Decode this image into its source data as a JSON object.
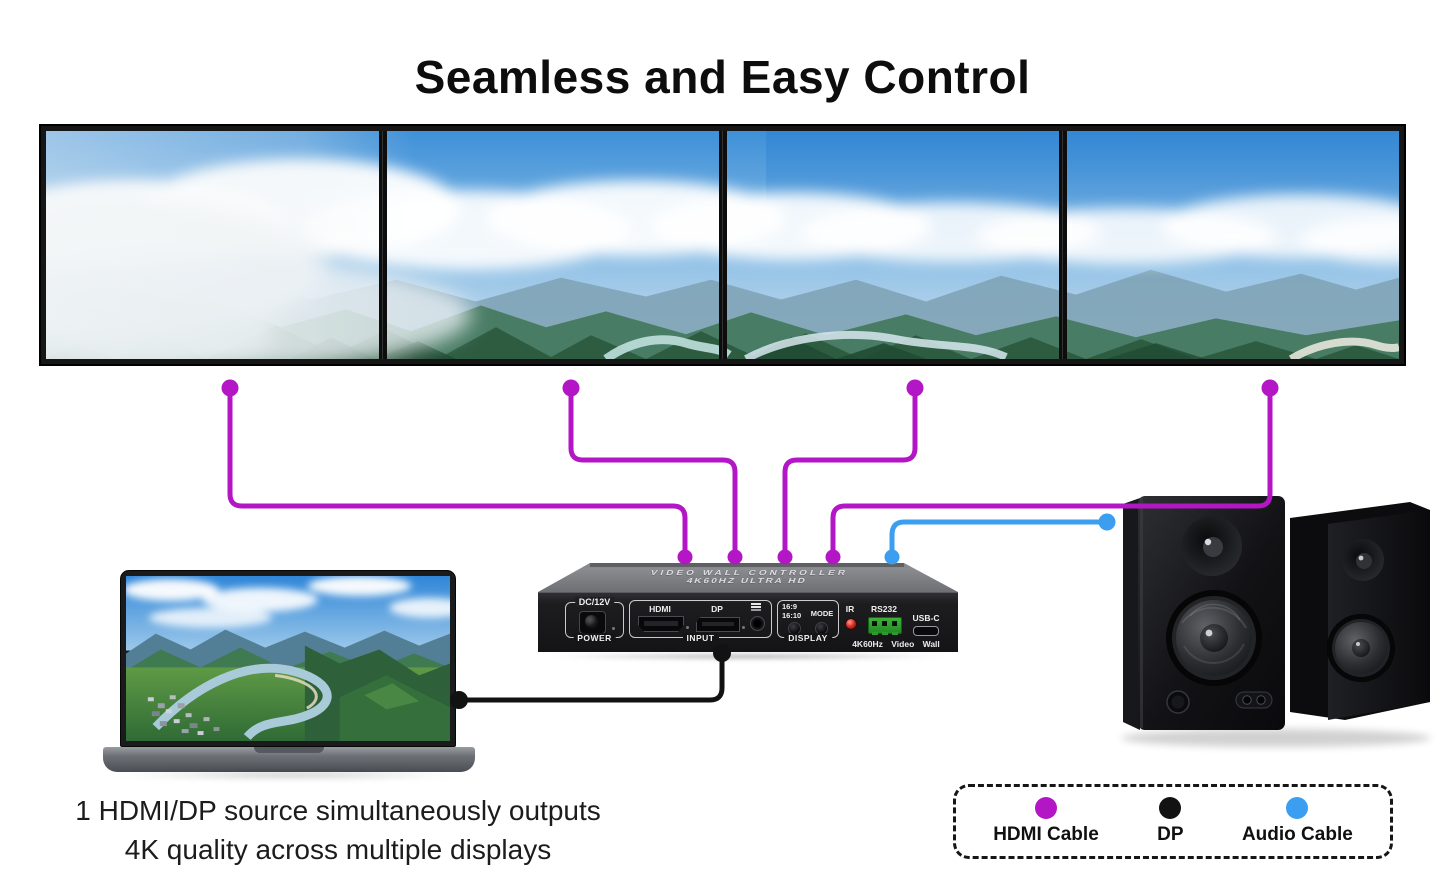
{
  "page": {
    "title": "Seamless and Easy Control"
  },
  "device": {
    "top_label_line1": "VIDEO WALL CONTROLLER",
    "top_label_line2": "4K60HZ ULTRA HD",
    "power_label": "DC/12V",
    "power_caption": "POWER",
    "hdmi_label": "HDMI",
    "dp_label": "DP",
    "input_caption": "INPUT",
    "ratio_line1": "16:9",
    "ratio_line2": "16:10",
    "mode_label": "MODE",
    "display_caption": "DISPLAY",
    "ir_label": "IR",
    "rs232_label": "RS232",
    "usbc_label": "USB-C",
    "footer_label": "4K60Hz Video Wall"
  },
  "caption": {
    "line1": "1 HDMI/DP source simultaneously outputs",
    "line2": "4K quality across multiple displays"
  },
  "legend": {
    "items": [
      {
        "label": "HDMI Cable",
        "color": "#b316c4"
      },
      {
        "label": "DP",
        "color": "#121212"
      },
      {
        "label": "Audio Cable",
        "color": "#3b9ef0"
      }
    ]
  },
  "colors": {
    "hdmi_cable": "#b316c4",
    "dp_cable": "#121212",
    "audio_cable": "#3b9ef0"
  }
}
